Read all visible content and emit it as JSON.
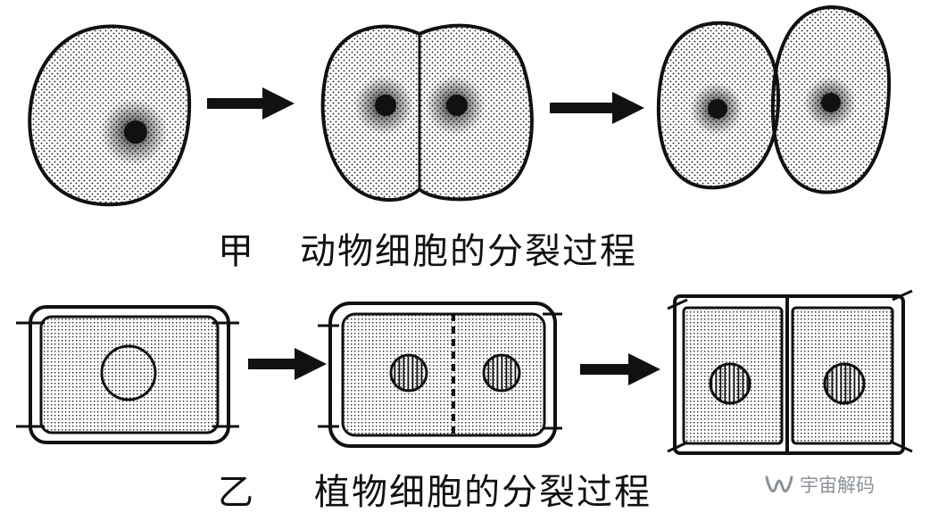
{
  "captions": {
    "animal_label": "甲",
    "animal_text": "动物细胞的分裂过程",
    "plant_label": "乙",
    "plant_text": "植物细胞的分裂过程"
  },
  "watermark": {
    "text": "宇宙解码",
    "icon": "wechat-channel-icon"
  },
  "colors": {
    "ink": "#111111",
    "background": "#ffffff",
    "watermark": "#8a8f99"
  }
}
